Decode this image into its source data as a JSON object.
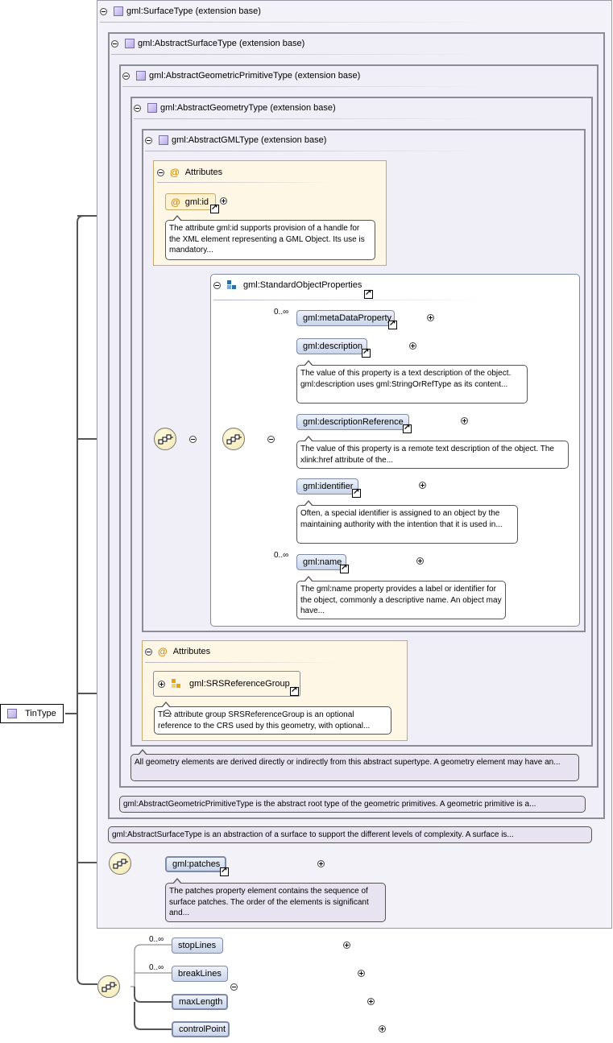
{
  "root": {
    "name": "TinType"
  },
  "boxes": {
    "surface": "gml:SurfaceType (extension base)",
    "abstract_surface": "gml:AbstractSurfaceType (extension base)",
    "primitive": "gml:AbstractGeometricPrimitiveType (extension base)",
    "geometry": "gml:AbstractGeometryType (extension base)",
    "gml": "gml:AbstractGMLType (extension base)"
  },
  "attributes_1": {
    "title": "Attributes",
    "attr_name": "gml:id",
    "attr_note": "The attribute gml:id supports provision of a handle for the XML element representing a GML Object. Its use is mandatory..."
  },
  "standard_props": {
    "title": "gml:StandardObjectProperties",
    "elements": [
      {
        "name": "gml:metaDataProperty",
        "occ": "0..∞",
        "note": ""
      },
      {
        "name": "gml:description",
        "occ": "",
        "note": "The value of this property is a text description of the object. gml:description uses gml:StringOrRefType as its content..."
      },
      {
        "name": "gml:descriptionReference",
        "occ": "",
        "note": "The value of this property is a remote text description of the object. The xlink:href attribute of the..."
      },
      {
        "name": "gml:identifier",
        "occ": "",
        "note": "Often, a special identifier is assigned to an object by the maintaining authority with the intention that it is used in..."
      },
      {
        "name": "gml:name",
        "occ": "0..∞",
        "note": "The gml:name property provides a label or identifier for the object, commonly a descriptive name. An object may have..."
      }
    ]
  },
  "attributes_2": {
    "title": "Attributes",
    "group_name": "gml:SRSReferenceGroup",
    "group_note": "The attribute group SRSReferenceGroup is an optional reference to the CRS used by this geometry, with optional..."
  },
  "notes": {
    "geometry": "All geometry elements are derived directly or indirectly from this abstract supertype. A geometry element may have an...",
    "primitive": "gml:AbstractGeometricPrimitiveType is the abstract root type of the geometric primitives. A geometric primitive is a...",
    "surface": "gml:AbstractSurfaceType is an abstraction of a surface to support the different levels of complexity. A surface is..."
  },
  "patches": {
    "name": "gml:patches",
    "note": "The patches property element contains the sequence of surface patches. The order of the elements is significant and..."
  },
  "tin_elements": [
    {
      "name": "stopLines",
      "occ": "0..∞"
    },
    {
      "name": "breakLines",
      "occ": "0..∞"
    },
    {
      "name": "maxLength",
      "occ": ""
    },
    {
      "name": "controlPoint",
      "occ": ""
    }
  ],
  "colors": {
    "element_border": "#7d8aa8",
    "attribute_border": "#c9a869",
    "box_border": "#8c8c96",
    "attribute_icon": "#d48b00",
    "group_icon": "#2e6da4"
  }
}
